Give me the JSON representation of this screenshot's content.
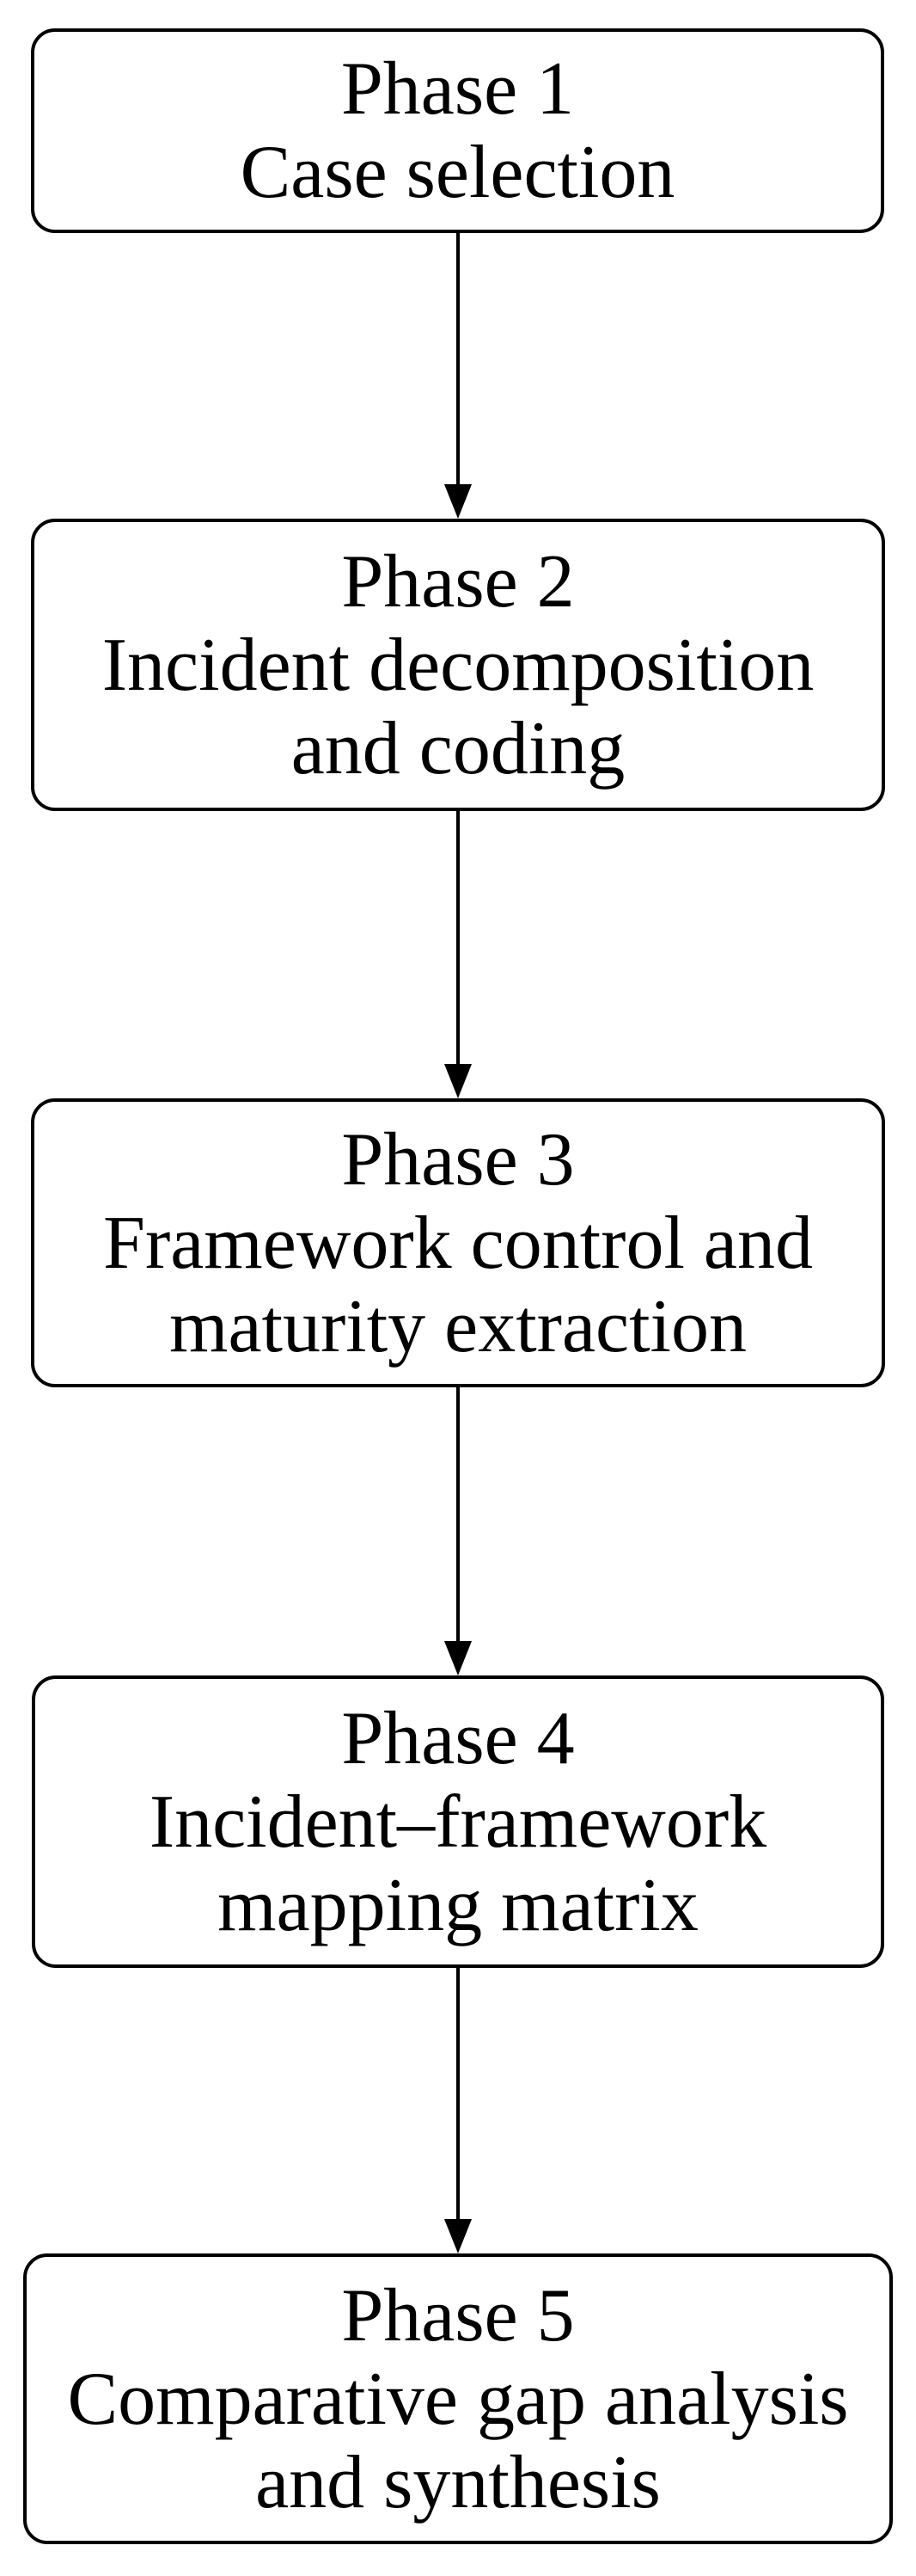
{
  "figure": {
    "type": "flowchart",
    "background_color": "#ffffff",
    "stroke_color": "#000000",
    "text_color": "#000000",
    "direction": "top-down"
  },
  "nodes": [
    {
      "phase": "Phase 1",
      "line2": "Case selection",
      "line3": ""
    },
    {
      "phase": "Phase 2",
      "line2": "Incident decomposition",
      "line3": "and coding"
    },
    {
      "phase": "Phase 3",
      "line2": "Framework control and",
      "line3": "maturity extraction"
    },
    {
      "phase": "Phase 4",
      "line2": "Incident–framework",
      "line3": "mapping matrix"
    },
    {
      "phase": "Phase 5",
      "line2": "Comparative gap analysis",
      "line3": "and synthesis"
    }
  ],
  "connectors": [
    {
      "from": "Phase 1",
      "to": "Phase 2"
    },
    {
      "from": "Phase 2",
      "to": "Phase 3"
    },
    {
      "from": "Phase 3",
      "to": "Phase 4"
    },
    {
      "from": "Phase 4",
      "to": "Phase 5"
    }
  ]
}
